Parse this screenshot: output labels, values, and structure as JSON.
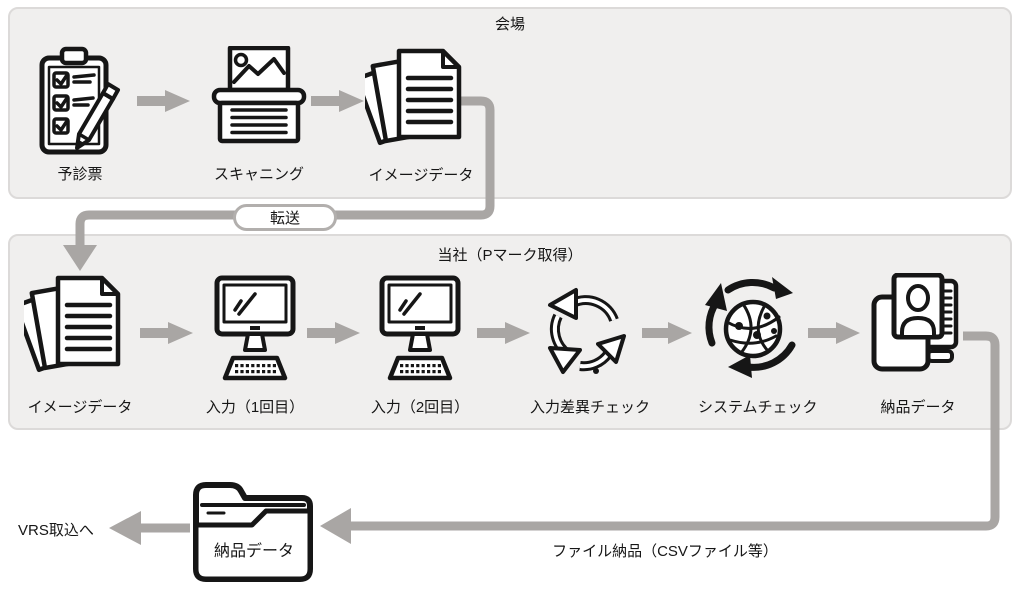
{
  "colors": {
    "section_background": "#f0efee",
    "section_border": "#dcdad9",
    "connector_gray": "#a9a6a4",
    "icon_black": "#161616",
    "pill_border": "#b2afad"
  },
  "venue": {
    "title": "会場",
    "items": [
      {
        "label": "予診票",
        "icon": "clipboard-checklist-icon"
      },
      {
        "label": "スキャニング",
        "icon": "scanner-icon"
      },
      {
        "label": "イメージデータ",
        "icon": "documents-stack-icon"
      }
    ]
  },
  "transfer_pill": {
    "label": "転送"
  },
  "company": {
    "title": "当社（Pマーク取得）",
    "items": [
      {
        "label": "イメージデータ",
        "icon": "documents-stack-icon"
      },
      {
        "label": "入力（1回目）",
        "icon": "desktop-computer-icon"
      },
      {
        "label": "入力（2回目）",
        "icon": "desktop-computer-icon"
      },
      {
        "label": "入力差異チェック",
        "icon": "sync-arrows-icon"
      },
      {
        "label": "システムチェック",
        "icon": "globe-network-icon"
      },
      {
        "label": "納品データ",
        "icon": "id-card-stack-icon"
      }
    ]
  },
  "output": {
    "folder_label": "納品データ",
    "file_delivery_label": "ファイル納品（CSVファイル等）",
    "vrs_label": "VRS取込へ"
  }
}
